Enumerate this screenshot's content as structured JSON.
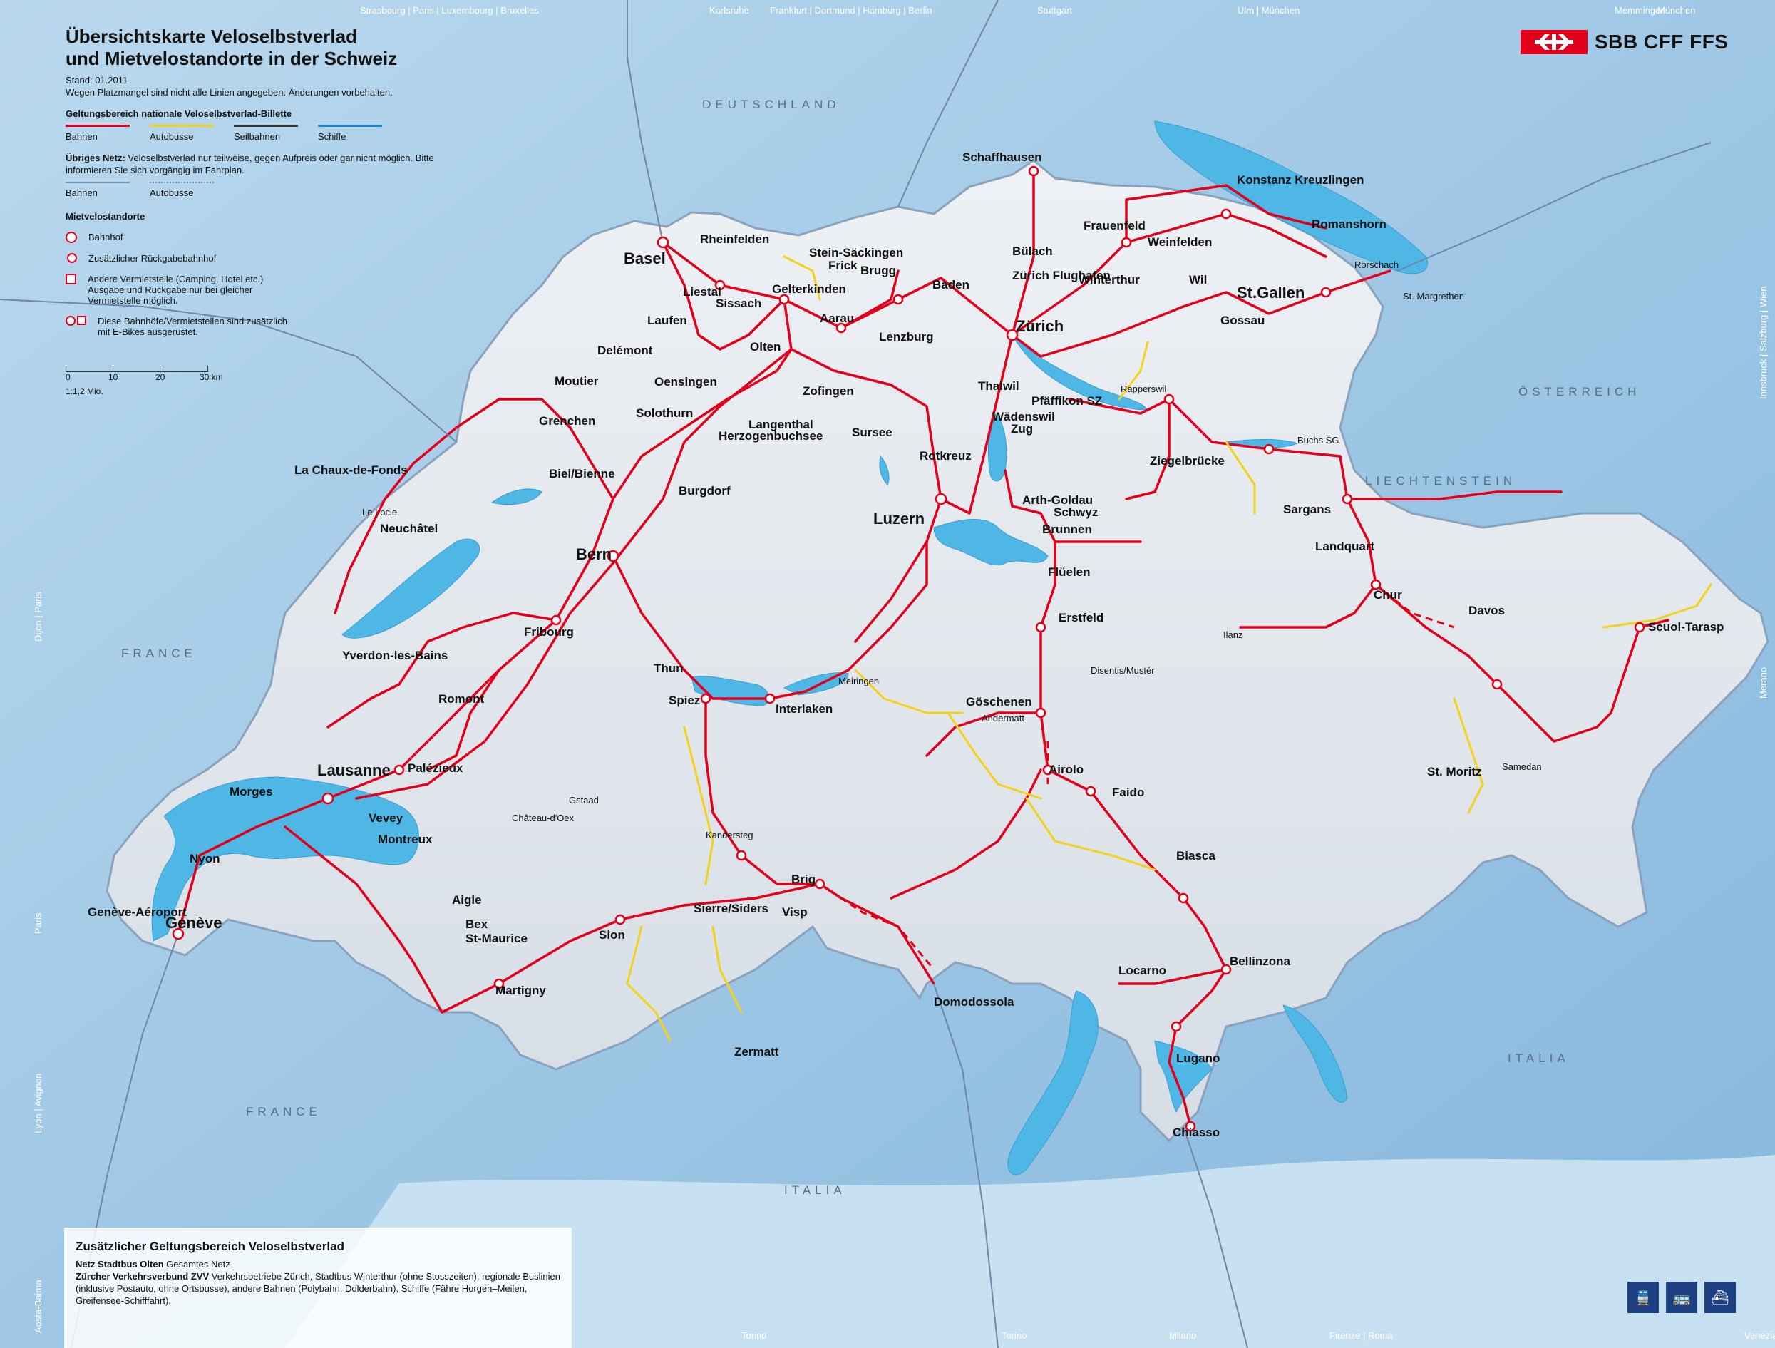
{
  "title": {
    "line1": "Übersichtskarte Veloselbstverlad",
    "line2": "und Mietvelostandorte in der Schweiz",
    "stand": "Stand: 01.2011",
    "note": "Wegen Platzmangel sind nicht alle Linien angegeben. Änderungen vorbehalten."
  },
  "legend": {
    "heading": "Geltungsbereich nationale Veloselbstverlad-Billette",
    "lines": [
      {
        "label": "Bahnen",
        "color": "#e2001a"
      },
      {
        "label": "Autobusse",
        "color": "#f2d21c"
      },
      {
        "label": "Seilbahnen",
        "color": "#333333"
      },
      {
        "label": "Schiffe",
        "color": "#1e88c8"
      }
    ],
    "rest_heading": "Übriges Netz:",
    "rest_text": "Veloselbstverlad nur teilweise, gegen Aufpreis oder gar nicht möglich. Bitte informieren Sie sich vorgängig im Fahrplan.",
    "rest_lines": [
      {
        "label": "Bahnen",
        "color": "#7a8fb0"
      },
      {
        "label": "Autobusse",
        "color": "#7a8fb0"
      }
    ],
    "miet_heading": "Mietvelostandorte",
    "symbols": [
      {
        "type": "circle",
        "label": "Bahnhof"
      },
      {
        "type": "dot",
        "label": "Zusätzlicher Rückgabebahnhof"
      },
      {
        "type": "square",
        "label": "Andere Vermietstelle (Camping, Hotel etc.) Ausgabe und Rückgabe nur bei gleicher Vermietstelle möglich."
      },
      {
        "type": "ebike",
        "label": "Diese Bahnhöfe/Vermietstellen sind zusätzlich mit E-Bikes ausgerüstet."
      }
    ],
    "scale": {
      "ticks": [
        "0",
        "10",
        "20",
        "30 km"
      ],
      "ratio": "1:1,2 Mio."
    }
  },
  "brand": {
    "name": "SBB CFF FFS",
    "color": "#e2001a"
  },
  "info_box": {
    "heading": "Zusätzlicher Geltungsbereich Veloselbstverlad",
    "line1_bold": "Netz Stadtbus Olten",
    "line1": "Gesamtes Netz",
    "line2_bold": "Zürcher Verkehrsverbund ZVV",
    "line2": "Verkehrsbetriebe Zürich, Stadtbus Winterthur (ohne Stosszeiten), regionale Buslinien (inklusive Postauto, ohne Ortsbusse), andere Bahnen (Polybahn, Dolderbahn), Schiffe (Fähre Horgen–Meilen, Greifensee-Schifffahrt)."
  },
  "pictograms": [
    "train-icon",
    "bus-icon",
    "ship-icon"
  ],
  "border_labels": {
    "top": [
      "Strasbourg | Paris | Luxembourg | Bruxelles",
      "Karlsruhe",
      "Frankfurt | Dortmund | Hamburg | Berlin",
      "Stuttgart",
      "Ulm | München",
      "Memmingen",
      "München"
    ],
    "bottom": [
      "Torino",
      "Torino",
      "Milano",
      "Firenze | Roma",
      "Venezia"
    ],
    "left": [
      "Dijon | Paris",
      "Paris",
      "Lyon | Avignon",
      "Aosta-Baima"
    ],
    "right": [
      "Innsbruck | Salzburg | Wien",
      "Merano"
    ]
  },
  "countries": [
    "DEUTSCHLAND",
    "ÖSTERREICH",
    "LIECHTENSTEIN",
    "FRANCE",
    "FRANCE",
    "ITALIA",
    "ITALIA"
  ],
  "cities": [
    "Basel",
    "Zürich",
    "Bern",
    "Luzern",
    "Lausanne",
    "Genève",
    "St.Gallen"
  ],
  "stations": [
    "Schaffhausen",
    "Konstanz Kreuzlingen",
    "Romanshorn",
    "Frauenfeld",
    "Weinfelden",
    "Winterthur",
    "Bülach",
    "Zürich Flughafen",
    "Wil",
    "Gossau",
    "Rorschach",
    "St. Margrethen",
    "Baden",
    "Brugg",
    "Frick",
    "Rheinfelden",
    "Stein-Säckingen",
    "Liestal",
    "Sissach",
    "Gelterkinden",
    "Laufen",
    "Delémont",
    "Aarau",
    "Olten",
    "Lenzburg",
    "Zofingen",
    "Oensingen",
    "Moutier",
    "Solothurn",
    "Grenchen",
    "Biel/Bienne",
    "Langenthal",
    "Herzogenbuchsee",
    "Burgdorf",
    "Neuchâtel",
    "La Chaux-de-Fonds",
    "Le Locle",
    "Yverdon-les-Bains",
    "Fribourg",
    "Romont",
    "Palézieux",
    "Morges",
    "Vevey",
    "Montreux",
    "Aigle",
    "Bex",
    "St-Maurice",
    "Martigny",
    "Sion",
    "Sierre/Siders",
    "Visp",
    "Brig",
    "Domodossola",
    "Thun",
    "Spiez",
    "Interlaken",
    "Meiringen",
    "Sursee",
    "Rotkreuz",
    "Zug",
    "Thalwil",
    "Wädenswil",
    "Pfäffikon SZ",
    "Rapperswil",
    "Ziegelbrücke",
    "Sargans",
    "Landquart",
    "Chur",
    "Davos",
    "Scuol-Tarasp",
    "St. Moritz",
    "Samedan",
    "Arth-Goldau",
    "Schwyz",
    "Brunnen",
    "Flüelen",
    "Erstfeld",
    "Göschenen",
    "Andermatt",
    "Airolo",
    "Faido",
    "Biasca",
    "Bellinzona",
    "Locarno",
    "Lugano",
    "Chiasso",
    "Nyon",
    "Genève-Aéroport",
    "Ilanz",
    "Disentis/Mustér",
    "Zermatt",
    "Kandersteg",
    "Gstaad",
    "Château-d'Oex",
    "Buchs SG",
    "Sursee"
  ],
  "colors": {
    "sea": "#4fb7e6",
    "switzerland": "#e8ecf0",
    "rail": "#e2001a",
    "bus": "#f2d21c"
  }
}
